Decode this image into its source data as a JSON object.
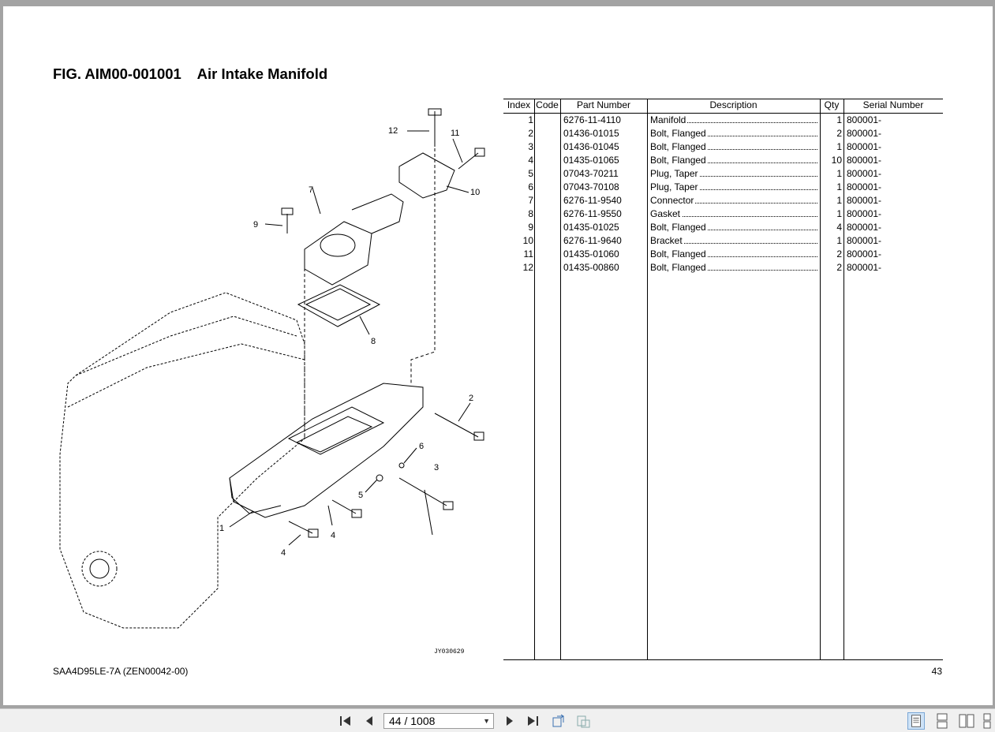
{
  "figure": {
    "title": "FIG. AIM00-001001    Air Intake Manifold",
    "drawing_id": "JY030629",
    "callouts": [
      "1",
      "2",
      "3",
      "4",
      "4",
      "5",
      "6",
      "7",
      "8",
      "9",
      "10",
      "11",
      "12"
    ]
  },
  "table": {
    "headers": [
      "Index",
      "Code",
      "Part Number",
      "Description",
      "Qty",
      "Serial Number"
    ],
    "rows": [
      {
        "index": "1",
        "code": "",
        "part": "6276-11-4110",
        "desc": "Manifold",
        "qty": "1",
        "serial": "800001-"
      },
      {
        "index": "2",
        "code": "",
        "part": "01436-01015",
        "desc": "Bolt, Flanged",
        "qty": "2",
        "serial": "800001-"
      },
      {
        "index": "3",
        "code": "",
        "part": "01436-01045",
        "desc": "Bolt, Flanged",
        "qty": "1",
        "serial": "800001-"
      },
      {
        "index": "4",
        "code": "",
        "part": "01435-01065",
        "desc": "Bolt, Flanged",
        "qty": "10",
        "serial": "800001-"
      },
      {
        "index": "5",
        "code": "",
        "part": "07043-70211",
        "desc": "Plug, Taper",
        "qty": "1",
        "serial": "800001-"
      },
      {
        "index": "6",
        "code": "",
        "part": "07043-70108",
        "desc": "Plug, Taper",
        "qty": "1",
        "serial": "800001-"
      },
      {
        "index": "7",
        "code": "",
        "part": "6276-11-9540",
        "desc": "Connector",
        "qty": "1",
        "serial": "800001-"
      },
      {
        "index": "8",
        "code": "",
        "part": "6276-11-9550",
        "desc": "Gasket",
        "qty": "1",
        "serial": "800001-"
      },
      {
        "index": "9",
        "code": "",
        "part": "01435-01025",
        "desc": "Bolt, Flanged",
        "qty": "4",
        "serial": "800001-"
      },
      {
        "index": "10",
        "code": "",
        "part": "6276-11-9640",
        "desc": "Bracket",
        "qty": "1",
        "serial": "800001-"
      },
      {
        "index": "11",
        "code": "",
        "part": "01435-01060",
        "desc": "Bolt, Flanged",
        "qty": "2",
        "serial": "800001-"
      },
      {
        "index": "12",
        "code": "",
        "part": "01435-00860",
        "desc": "Bolt, Flanged",
        "qty": "2",
        "serial": "800001-"
      }
    ]
  },
  "footer": {
    "model": "SAA4D95LE-7A (ZEN00042-00)",
    "page_number": "43"
  },
  "viewer": {
    "page_indicator": "44 / 1008",
    "icons": [
      "first-page-icon",
      "prev-page-icon",
      "next-page-icon",
      "last-page-icon",
      "rotate-icon",
      "fit-icon",
      "single-page-view-icon",
      "continuous-view-icon",
      "two-page-view-icon",
      "two-page-continuous-view-icon"
    ],
    "background_color": "#a3a3a3",
    "toolbar_color": "#f0f0f0"
  }
}
